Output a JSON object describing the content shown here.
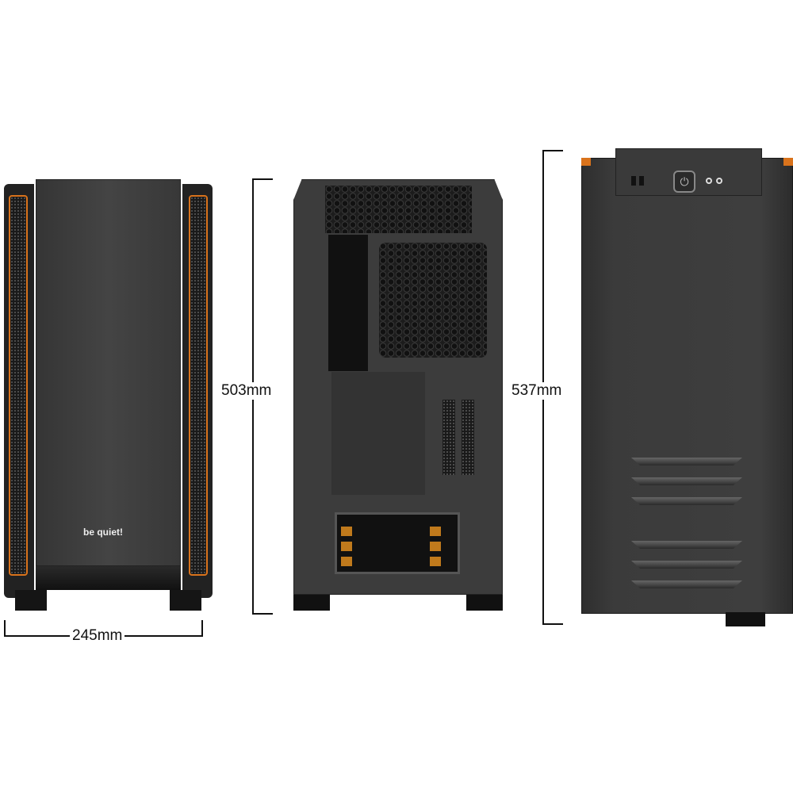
{
  "brand_logo": "be quiet!",
  "dimensions": {
    "width": "245mm",
    "height_body": "503mm",
    "height_total": "537mm"
  },
  "colors": {
    "accent_orange": "#d9731c",
    "case_body": "#3a3a3a",
    "case_dark": "#1c1c1c"
  }
}
